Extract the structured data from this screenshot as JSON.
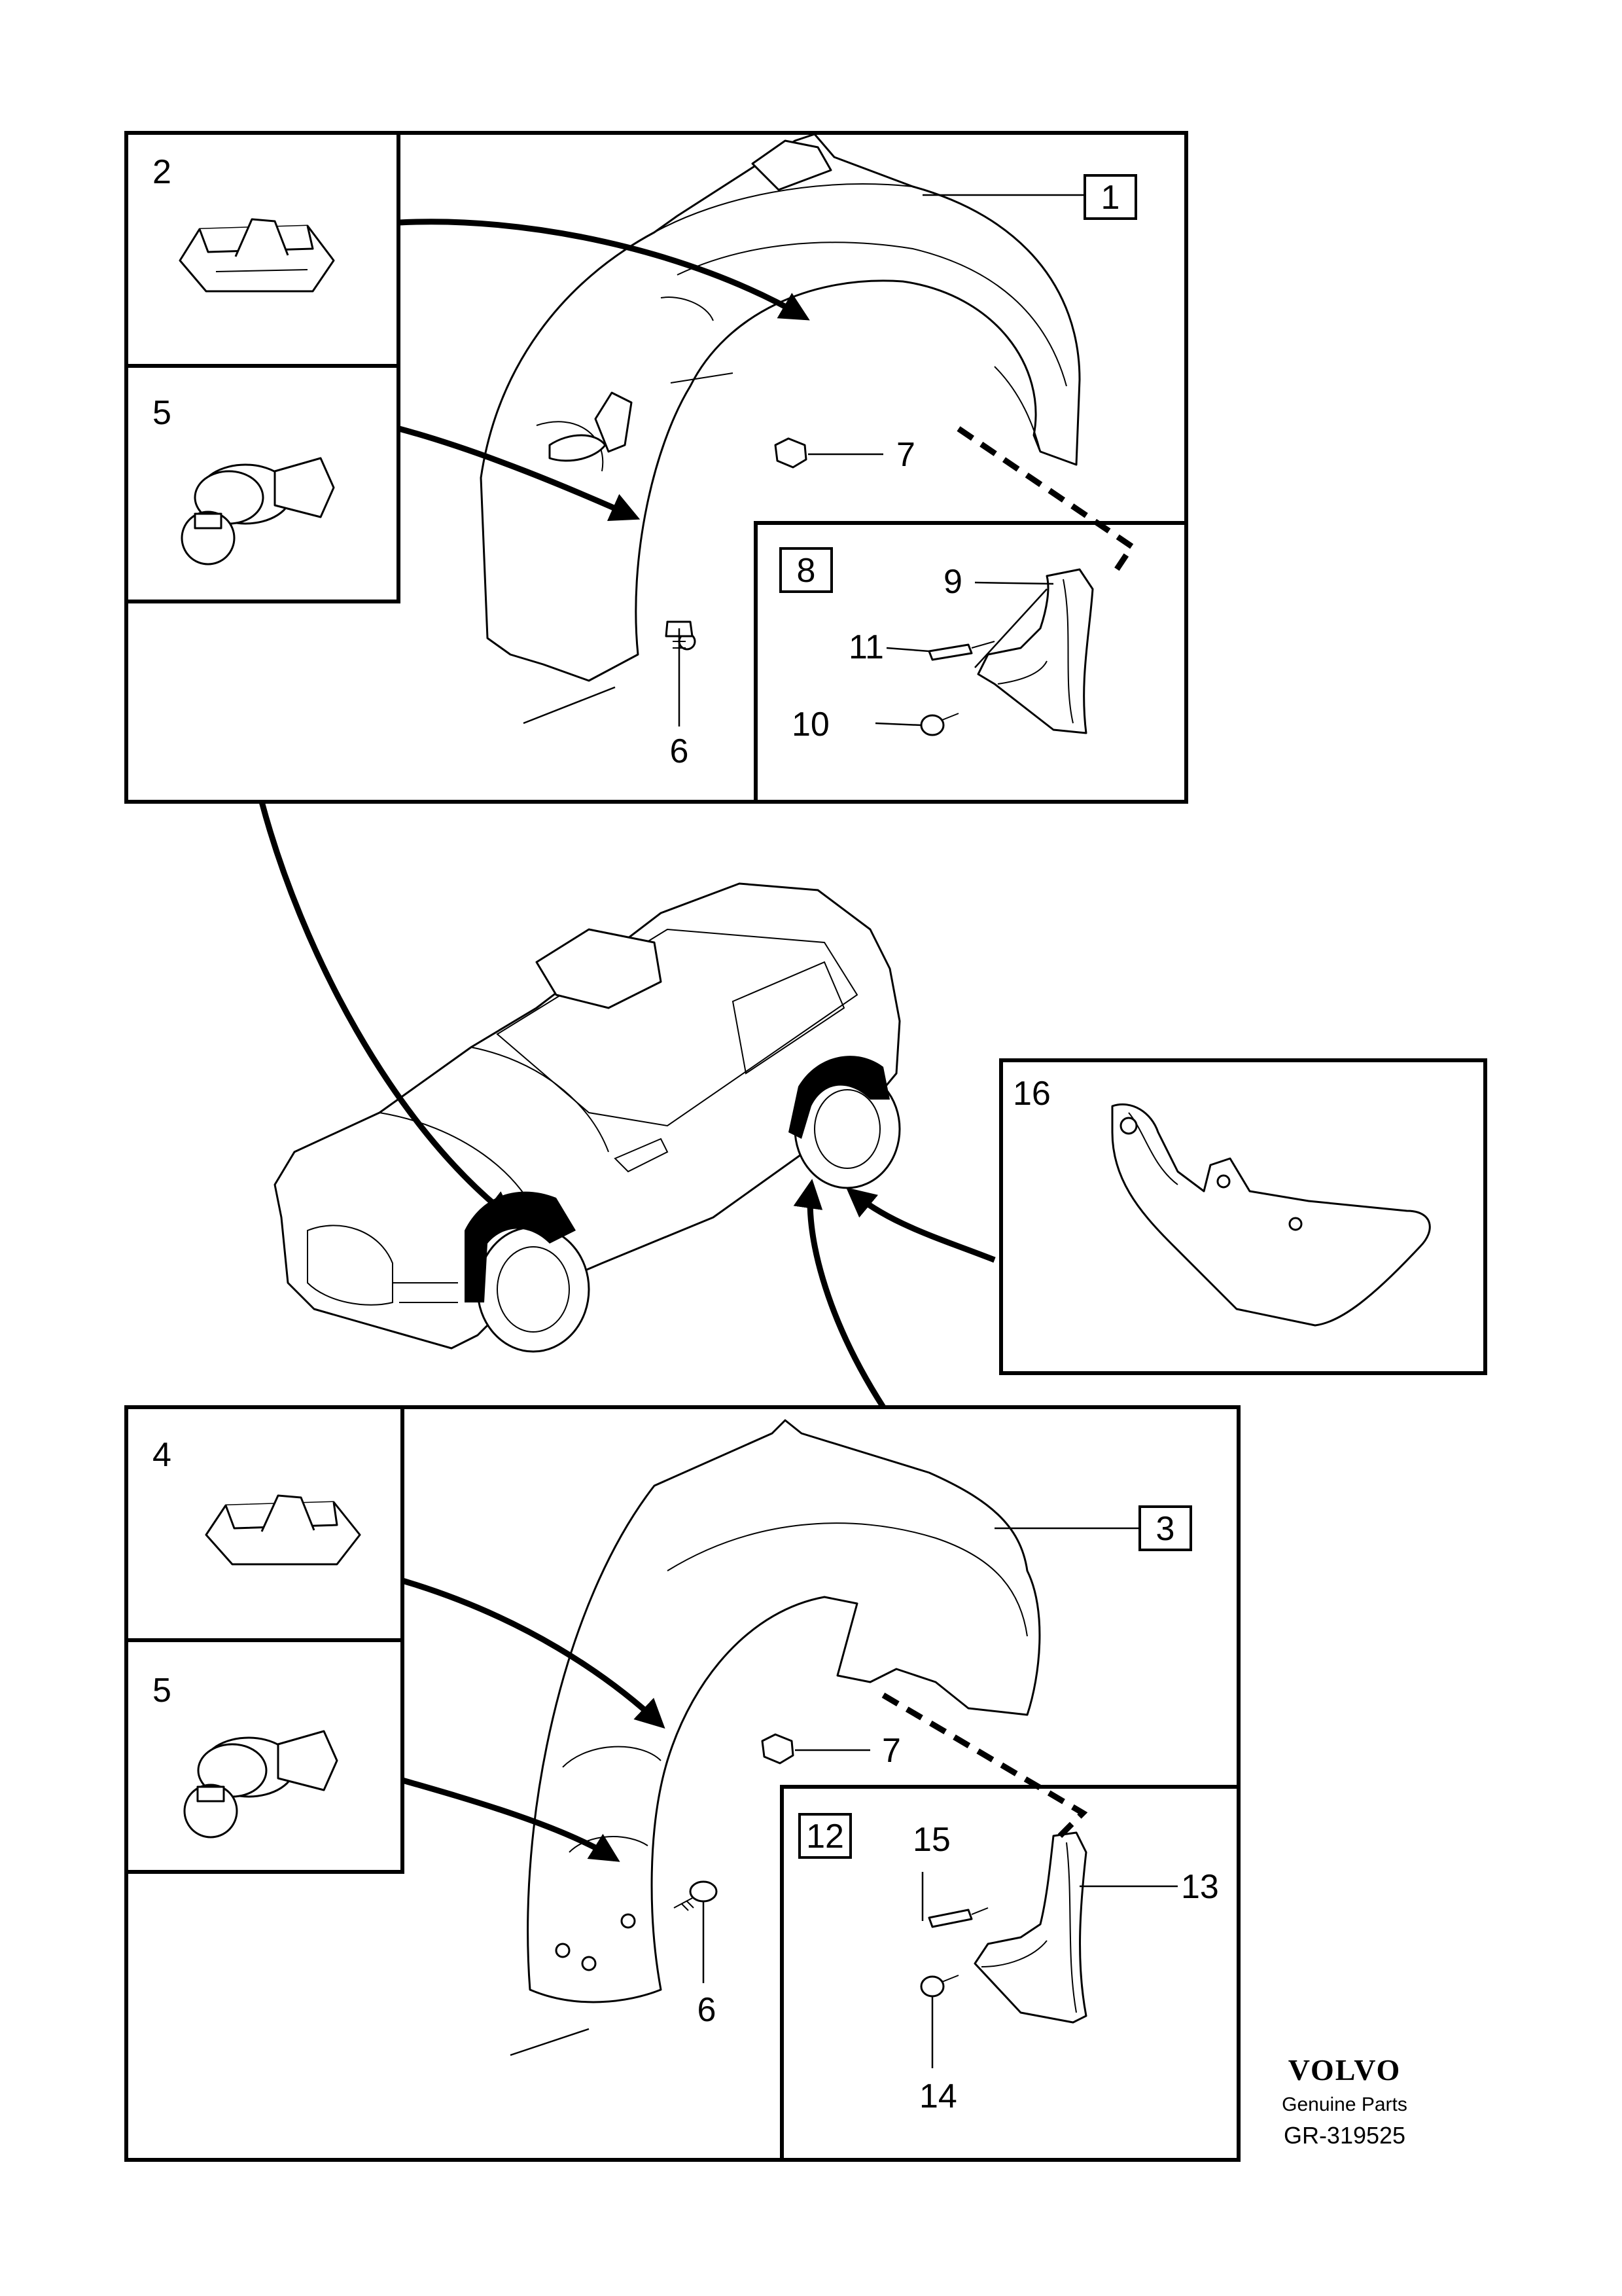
{
  "callouts": {
    "c1": "1",
    "c2": "2",
    "c3": "3",
    "c4": "4",
    "c5a": "5",
    "c5b": "5",
    "c6a": "6",
    "c6b": "6",
    "c7a": "7",
    "c7b": "7",
    "c8": "8",
    "c9": "9",
    "c10": "10",
    "c11": "11",
    "c12": "12",
    "c13": "13",
    "c14": "14",
    "c15": "15",
    "c16": "16"
  },
  "brand": {
    "logo": "VOLVO",
    "tagline": "Genuine Parts",
    "reference": "GR-319525"
  }
}
